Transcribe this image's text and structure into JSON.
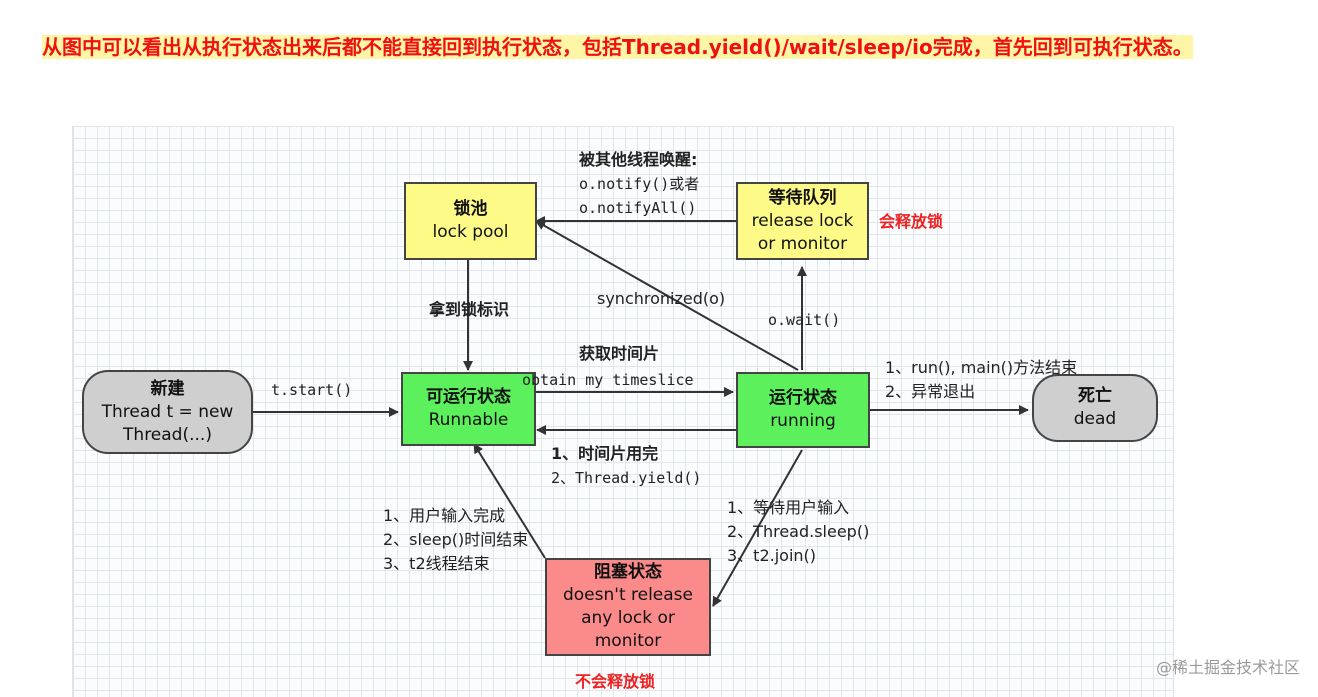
{
  "headline": {
    "text": "从图中可以看出从执行状态出来后都不能直接回到执行状态，包括Thread.yield()/wait/sleep/io完成，首先回到可执行状态。"
  },
  "nodes": {
    "lock_pool": {
      "title": "锁池",
      "subtitle": "lock pool"
    },
    "wait_queue": {
      "title": "等待队列",
      "line2": "release lock",
      "line3": "or monitor"
    },
    "new": {
      "title": "新建",
      "line2": "Thread t = new",
      "line3": "Thread(...)"
    },
    "runnable": {
      "title": "可运行状态",
      "subtitle": "Runnable"
    },
    "running": {
      "title": "运行状态",
      "subtitle": "running"
    },
    "dead": {
      "title": "死亡",
      "subtitle": "dead"
    },
    "blocked": {
      "title": "阻塞状态",
      "line2": "doesn't release",
      "line3": "any lock or",
      "line4": "monitor"
    }
  },
  "labels": {
    "notify_1": "被其他线程唤醒:",
    "notify_2": "o.notify()或者",
    "notify_3": "o.notifyAll()",
    "will_release": "会释放锁",
    "got_lock": "拿到锁标识",
    "synchronized": "synchronized(o)",
    "wait": "o.wait()",
    "get_slice": "获取时间片",
    "obtain_slice": "obtain my timeslice",
    "start": "t.start()",
    "run_end_1": "1、run(), main()方法结束",
    "run_end_2": "2、异常退出",
    "slice_done_1": "1、时间片用完",
    "slice_done_2": "2、Thread.yield()",
    "unblock_1": "1、用户输入完成",
    "unblock_2": "2、sleep()时间结束",
    "unblock_3": "3、t2线程结束",
    "block_1": "1、等待用户输入",
    "block_2": "2、Thread.sleep()",
    "block_3": "3、t2.join()",
    "no_release": "不会释放锁"
  },
  "watermark": "@稀土掘金技术社区"
}
